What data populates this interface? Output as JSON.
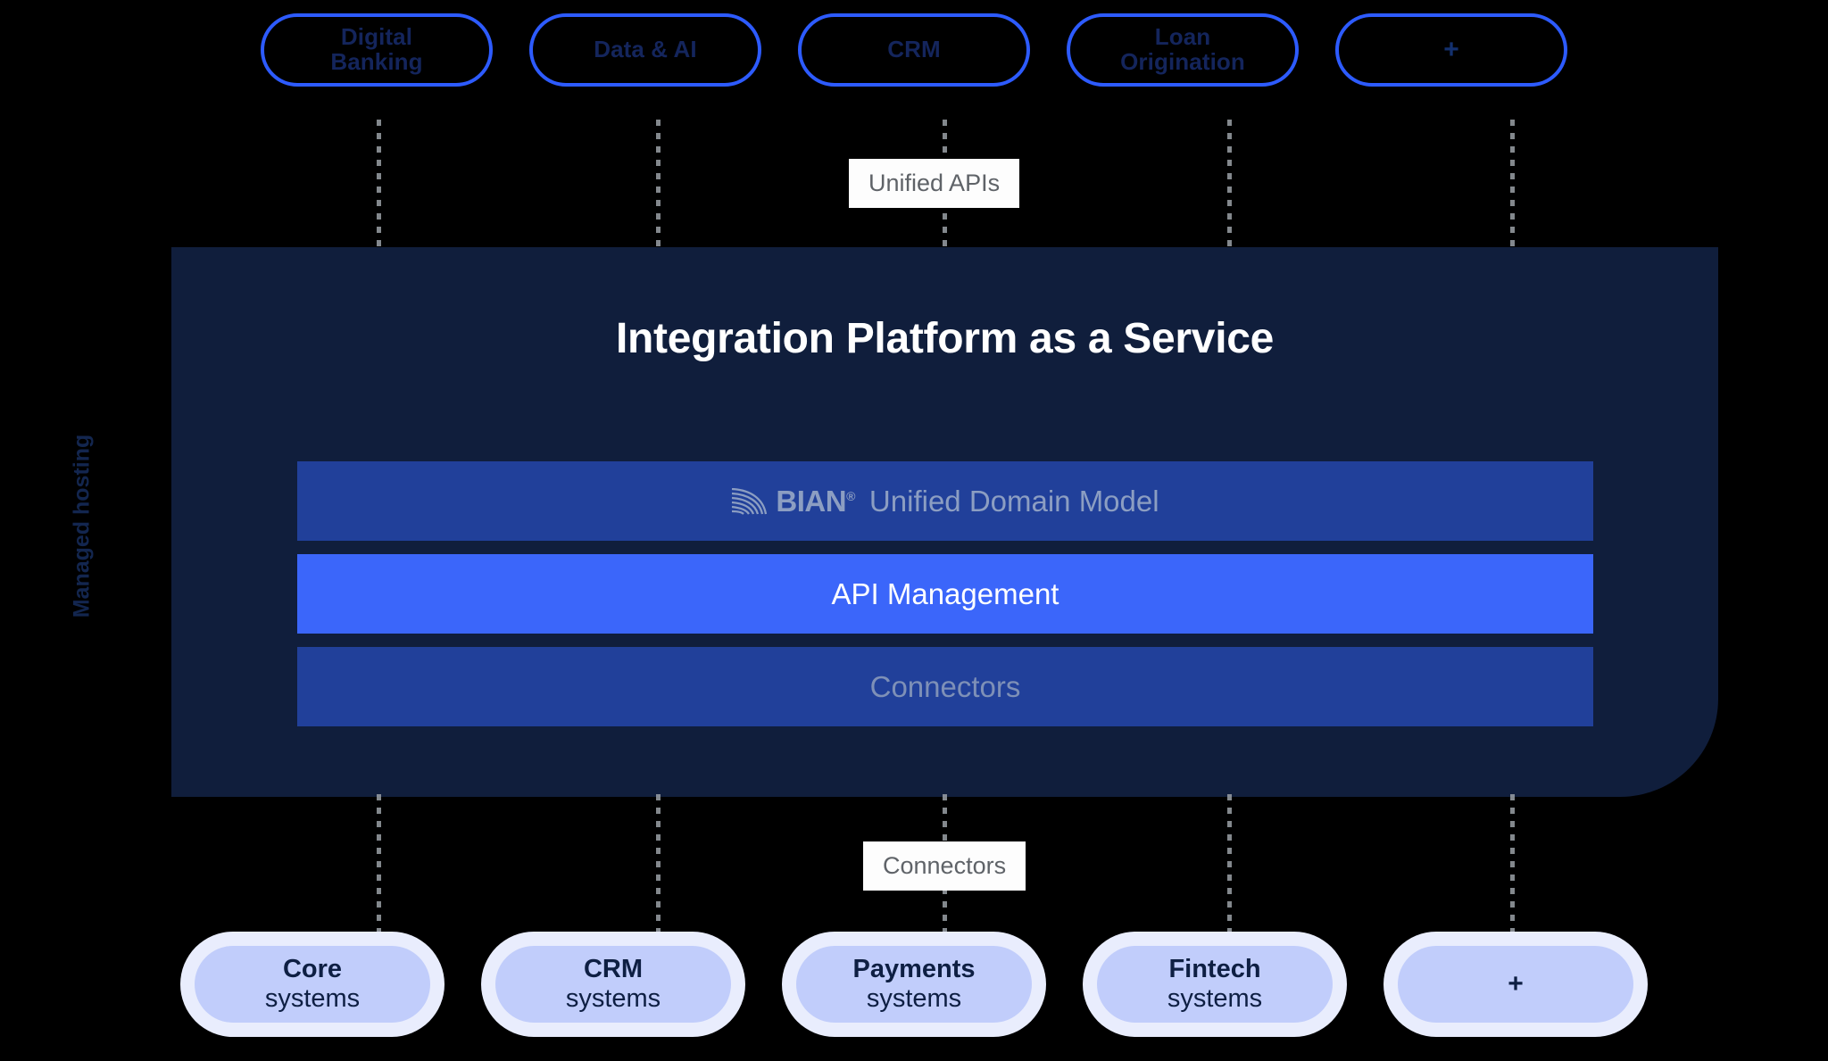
{
  "diagram": {
    "title": "Integration Platform as a Service",
    "colors": {
      "background": "#000000",
      "panel": "#101e3c",
      "accent_blue": "#3b66fa",
      "bar_blue": "#21409a",
      "pill_border": "#2d5bff",
      "system_pill": "#c1cdfb",
      "system_pill_halo": "#e9edfd",
      "label_text": "#5f6368"
    }
  },
  "top_channels": [
    {
      "line1": "Digital",
      "line2": "Banking",
      "icon": ""
    },
    {
      "line1": "Data & AI",
      "line2": "",
      "icon": ""
    },
    {
      "line1": "CRM",
      "line2": "",
      "icon": ""
    },
    {
      "line1": "Loan",
      "line2": "Origination",
      "icon": ""
    },
    {
      "line1": "+",
      "line2": "",
      "icon": "plus-icon"
    }
  ],
  "connector_labels": {
    "top": "Unified APIs",
    "bottom": "Connectors"
  },
  "side_label": {
    "text": "Managed hosting"
  },
  "platform": {
    "title": "Integration Platform as a Service",
    "bars": [
      {
        "id": "unified-domain-model",
        "logo": "BIAN",
        "registered": "®",
        "label": "Unified Domain Model",
        "style": "domain"
      },
      {
        "id": "api-management",
        "logo": "",
        "registered": "",
        "label": "API Management",
        "style": "api"
      },
      {
        "id": "connectors",
        "logo": "",
        "registered": "",
        "label": "Connectors",
        "style": "connectors"
      }
    ]
  },
  "bottom_systems": [
    {
      "line1": "Core",
      "line2": "systems"
    },
    {
      "line1": "CRM",
      "line2": "systems"
    },
    {
      "line1": "Payments",
      "line2": "systems"
    },
    {
      "line1": "Fintech",
      "line2": "systems"
    },
    {
      "line1": "+",
      "line2": ""
    }
  ]
}
